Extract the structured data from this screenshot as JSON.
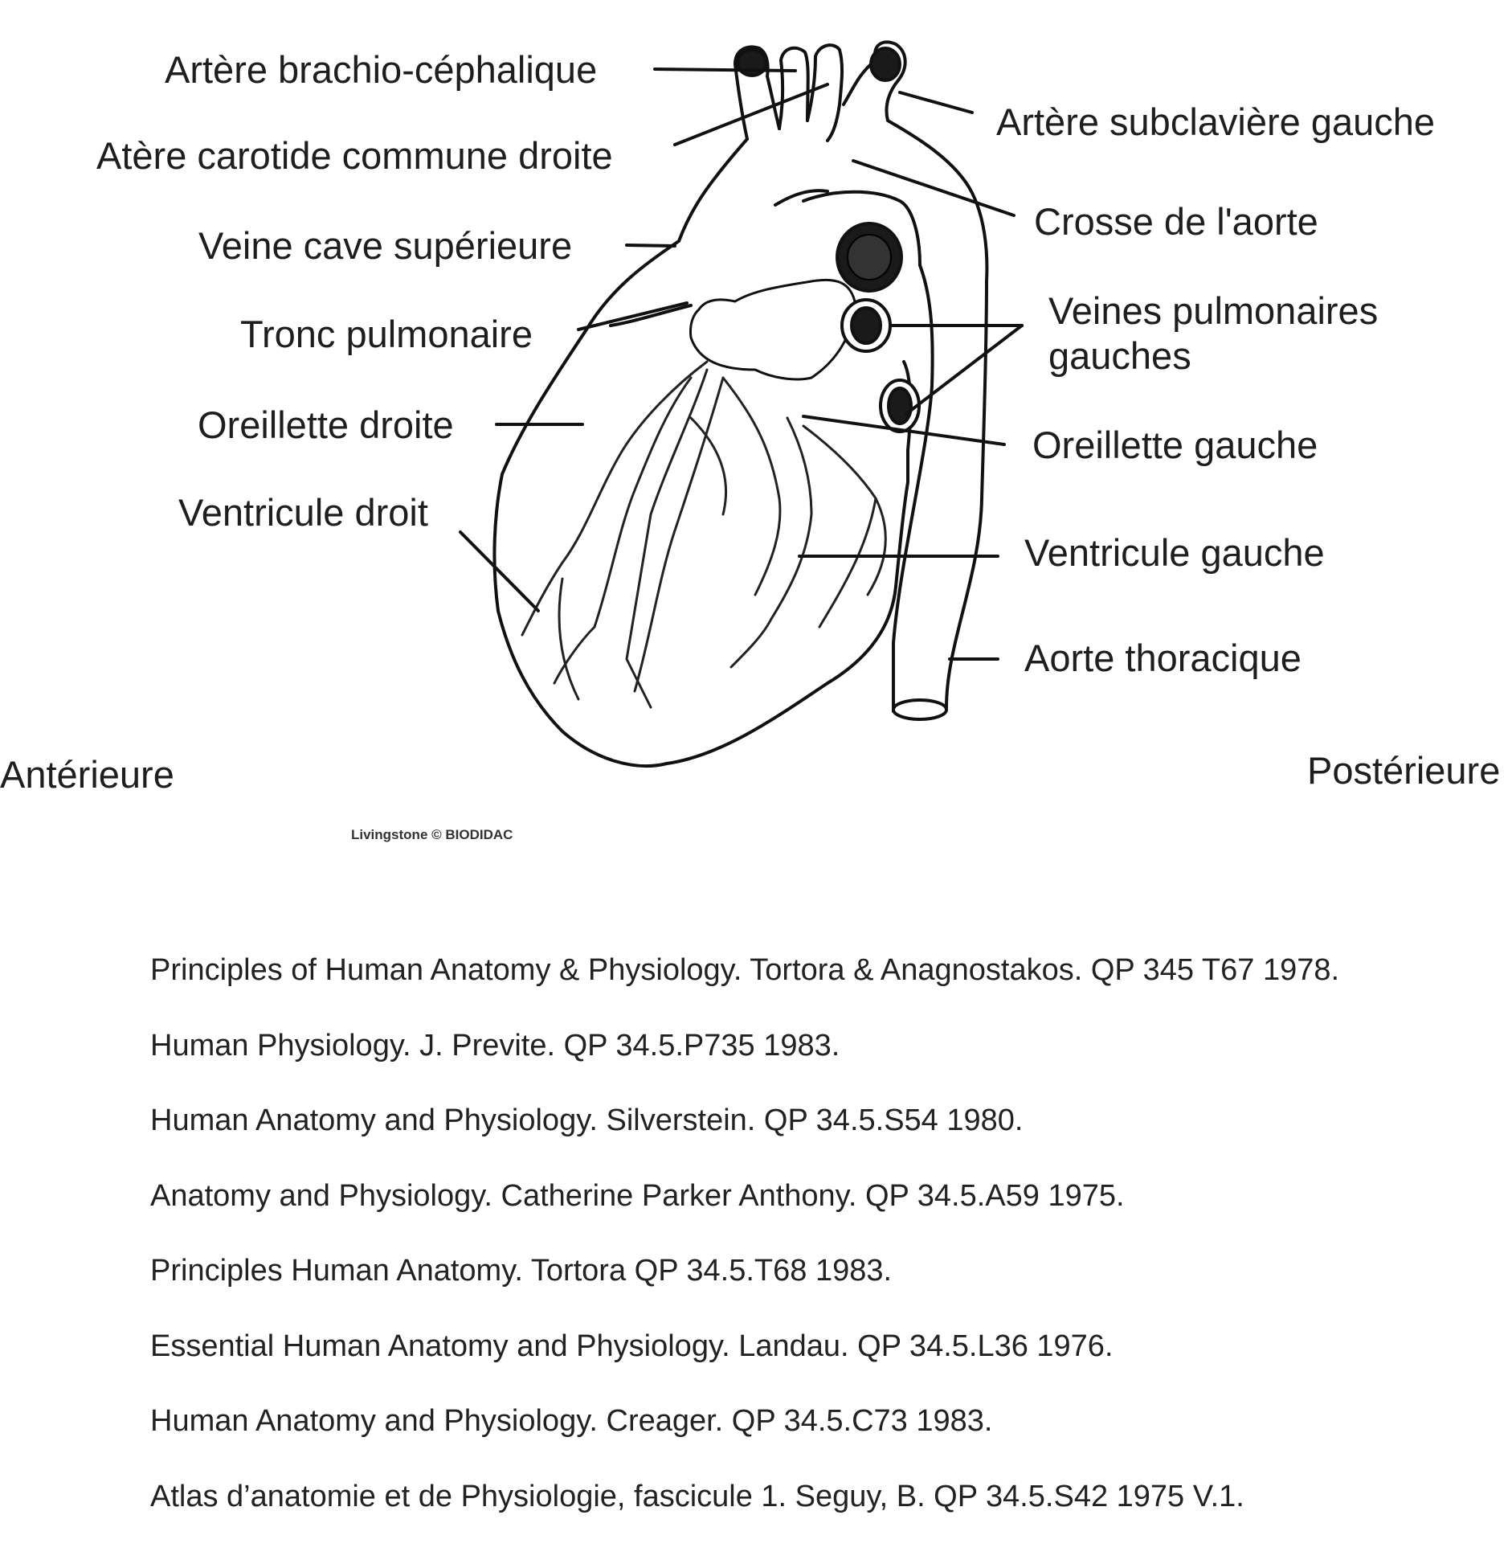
{
  "diagram": {
    "labels": {
      "brachiocephalic": "Artère brachio-céphalique",
      "right_carotid": "Atère carotide commune droite",
      "superior_vena_cava": "Veine cave supérieure",
      "pulmonary_trunk": "Tronc pulmonaire",
      "right_atrium": "Oreillette droite",
      "right_ventricle": "Ventricule droit",
      "left_subclavian": "Artère subclavière gauche",
      "aortic_arch": "Crosse de l'aorte",
      "left_pulmonary_veins_1": "Veines pulmonaires",
      "left_pulmonary_veins_2": "gauches",
      "left_atrium": "Oreillette gauche",
      "left_ventricle": "Ventricule gauche",
      "thoracic_aorta": "Aorte thoracique"
    },
    "orientation": {
      "anterior": "Antérieure",
      "posterior": "Postérieure"
    },
    "credit": "Livingstone © BIODIDAC"
  },
  "references": [
    "Principles of Human Anatomy & Physiology.  Tortora & Anagnostakos. QP 345 T67 1978.",
    "Human Physiology. J. Previte. QP 34.5.P735 1983.",
    "Human Anatomy and Physiology. Silverstein. QP 34.5.S54 1980.",
    "Anatomy and Physiology. Catherine Parker Anthony. QP 34.5.A59 1975.",
    "Principles Human Anatomy. Tortora QP 34.5.T68 1983.",
    "Essential Human Anatomy and Physiology. Landau. QP 34.5.L36 1976.",
    "Human Anatomy and Physiology. Creager. QP 34.5.C73 1983.",
    "Atlas d’anatomie et de Physiologie, fascicule 1.  Seguy, B.  QP 34.5.S42 1975 V.1."
  ]
}
